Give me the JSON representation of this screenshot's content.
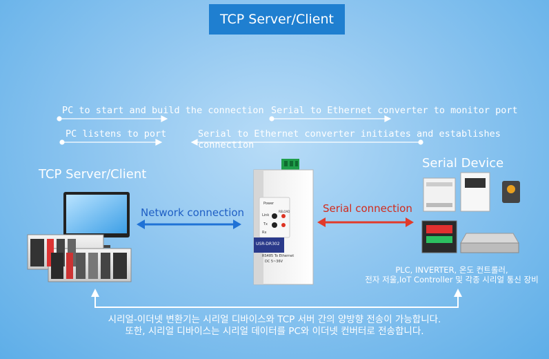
{
  "header": {
    "title": "TCP Server/Client"
  },
  "flows": [
    {
      "text": "PC to start and build the connection"
    },
    {
      "text": "Serial to Ethernet converter to monitor port"
    },
    {
      "text": "PC listens to port"
    },
    {
      "text": "Serial to Ethernet converter initiates and establishes connection"
    }
  ],
  "left": {
    "label": "TCP Server/Client"
  },
  "right": {
    "label": "Serial Device"
  },
  "connections": {
    "network": "Network connection",
    "serial": "Serial connection"
  },
  "device": {
    "brand": "USR-DR302",
    "model": "RS485 To Ethernet",
    "power": "DC 5~36V",
    "indicators": [
      "Power",
      "Link",
      "Tx",
      "Rx",
      "RELOAD"
    ]
  },
  "serial_devices_caption": [
    "PLC, INVERTER, 온도 컨트롤러,",
    "전자 저울,IoT Controller 및 각종 시리얼 통신 장비"
  ],
  "bottom": [
    "시리얼-이더넷 변환기는 시리얼 디바이스와 TCP 서버 간의 양방향 전송이 가능합니다.",
    "또한,  시리얼 디바이스는 시리얼 데이터를  PC와 이더넷 컨버터로 전송합니다."
  ],
  "colors": {
    "network_arrow": "#1f72d6",
    "serial_arrow": "#e23a2a",
    "title_bg": "#1f7fd0"
  }
}
